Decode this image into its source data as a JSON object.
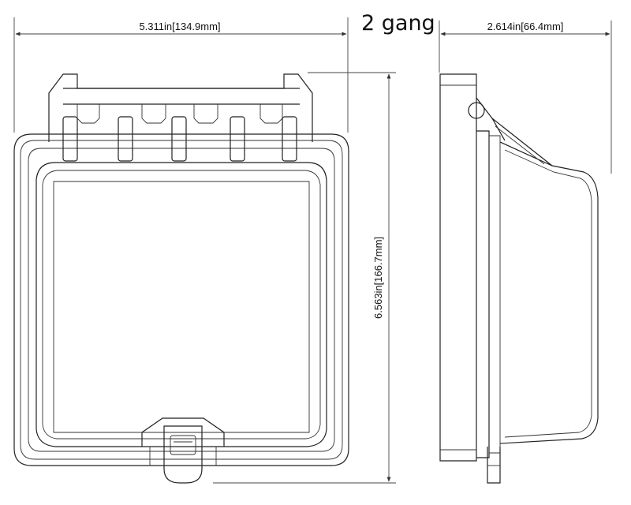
{
  "title": "2 gang",
  "dimensions": {
    "width_label": "5.311in[134.9mm]",
    "height_label": "6.563in[166.7mm]",
    "depth_label": "2.614in[66.4mm]"
  }
}
